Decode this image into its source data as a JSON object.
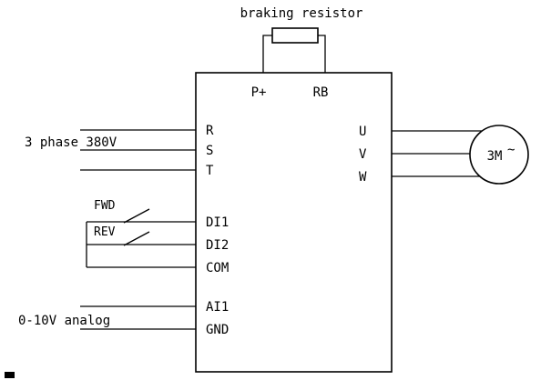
{
  "diagram": {
    "labels": {
      "braking_resistor": "braking resistor",
      "power_input": "3 phase 380V",
      "fwd": "FWD",
      "rev": "REV",
      "analog_input": "0-10V analog"
    },
    "terminals": {
      "p_plus": "P+",
      "rb": "RB",
      "r": "R",
      "s": "S",
      "t": "T",
      "di1": "DI1",
      "di2": "DI2",
      "com": "COM",
      "ai1": "AI1",
      "gnd": "GND",
      "u": "U",
      "v": "V",
      "w": "W"
    },
    "motor": {
      "label": "3M",
      "tilde": "~"
    },
    "colors": {
      "line": "#000000",
      "background": "#ffffff"
    }
  }
}
